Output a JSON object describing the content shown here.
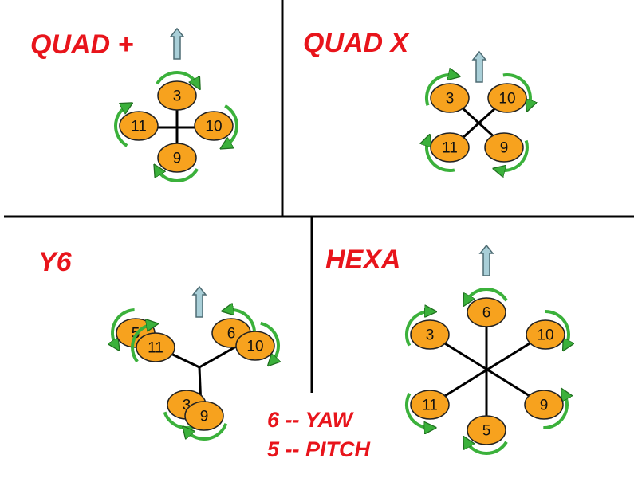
{
  "colors": {
    "motor_fill": "#f7a21e",
    "motor_stroke": "#222222",
    "arrow_fill": "#a9cfd8",
    "arrow_stroke": "#4e6c73",
    "rotation_arrow": "#3bb13b",
    "title_text": "#e8141b",
    "divider": "#000000"
  },
  "panels": {
    "quad_plus": {
      "title": "QUAD +",
      "motors": [
        {
          "label": "3",
          "rotation": "cw"
        },
        {
          "label": "10",
          "rotation": "cw"
        },
        {
          "label": "9",
          "rotation": "cw"
        },
        {
          "label": "11",
          "rotation": "cw"
        }
      ],
      "forward_icon": "up-arrow-icon"
    },
    "quad_x": {
      "title": "QUAD X",
      "motors": [
        {
          "label": "3",
          "rotation": "cw"
        },
        {
          "label": "10",
          "rotation": "cw"
        },
        {
          "label": "11",
          "rotation": "cw"
        },
        {
          "label": "9",
          "rotation": "cw"
        }
      ],
      "forward_icon": "up-arrow-icon"
    },
    "y6": {
      "title": "Y6",
      "motors": [
        {
          "label": "5",
          "rotation": "ccw"
        },
        {
          "label": "11",
          "rotation": "cw"
        },
        {
          "label": "6",
          "rotation": "ccw"
        },
        {
          "label": "10",
          "rotation": "cw"
        },
        {
          "label": "3",
          "rotation": "ccw"
        },
        {
          "label": "9",
          "rotation": "cw"
        }
      ],
      "forward_icon": "up-arrow-icon"
    },
    "hexa": {
      "title": "HEXA",
      "motors": [
        {
          "label": "6",
          "rotation": "ccw"
        },
        {
          "label": "10",
          "rotation": "cw"
        },
        {
          "label": "9",
          "rotation": "ccw"
        },
        {
          "label": "5",
          "rotation": "cw"
        },
        {
          "label": "11",
          "rotation": "ccw"
        },
        {
          "label": "3",
          "rotation": "cw"
        }
      ],
      "forward_icon": "up-arrow-icon"
    }
  },
  "legend": {
    "yaw": "6 -- YAW",
    "pitch": "5 -- PITCH"
  }
}
